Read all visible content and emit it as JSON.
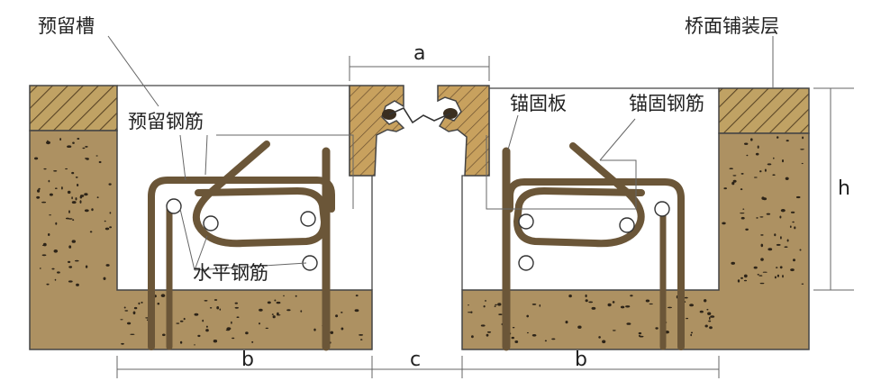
{
  "labels": {
    "reserved_groove": "预留槽",
    "deck_pavement": "桥面铺装层",
    "reserved_rebar": "预留钢筋",
    "anchor_plate": "锚固板",
    "anchor_rebar": "锚固钢筋",
    "horizontal_rebar": "水平钢筋"
  },
  "dimensions": {
    "a": "a",
    "h": "h",
    "b_left": "b",
    "c": "c",
    "b_right": "b"
  },
  "colors": {
    "concrete": "#ad9162",
    "pavement": "#c0a264",
    "steel": "#c8a15e",
    "rebar": "#6b5638",
    "line": "#333333"
  }
}
